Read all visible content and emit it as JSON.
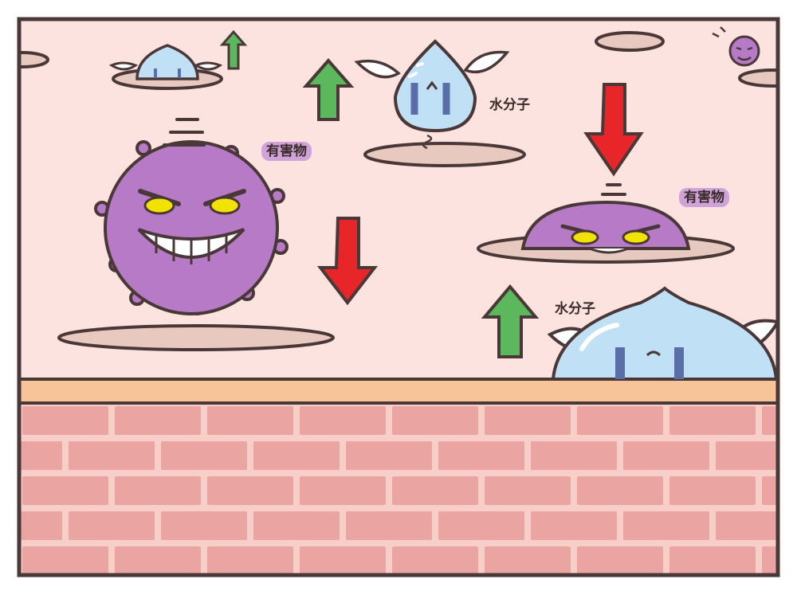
{
  "labels": {
    "harmful_1": "有害物",
    "harmful_2": "有害物",
    "water_1": "水分子",
    "water_2": "水分子"
  },
  "colors": {
    "background_frame": "#ffffff",
    "panel_bg": "#fce3e0",
    "outline": "#4a3838",
    "ledge": "#f7c49a",
    "brick_fill": "#eaa4a2",
    "brick_mortar": "#f7cfc8",
    "germ_purple": "#b77ac6",
    "germ_eye": "#f2e200",
    "water_blue": "#bfe0f5",
    "hole": "#e8c9bf",
    "arrow_up": "#5cb85c",
    "arrow_down": "#e8262a",
    "label_bg": "#cfa3d8"
  },
  "icons": {
    "germ_large": "harmful-germ-icon",
    "germ_small": "small-germ-icon",
    "water_drop": "water-droplet-icon",
    "arrow_up": "green-up-arrow-icon",
    "arrow_down": "red-down-arrow-icon"
  }
}
